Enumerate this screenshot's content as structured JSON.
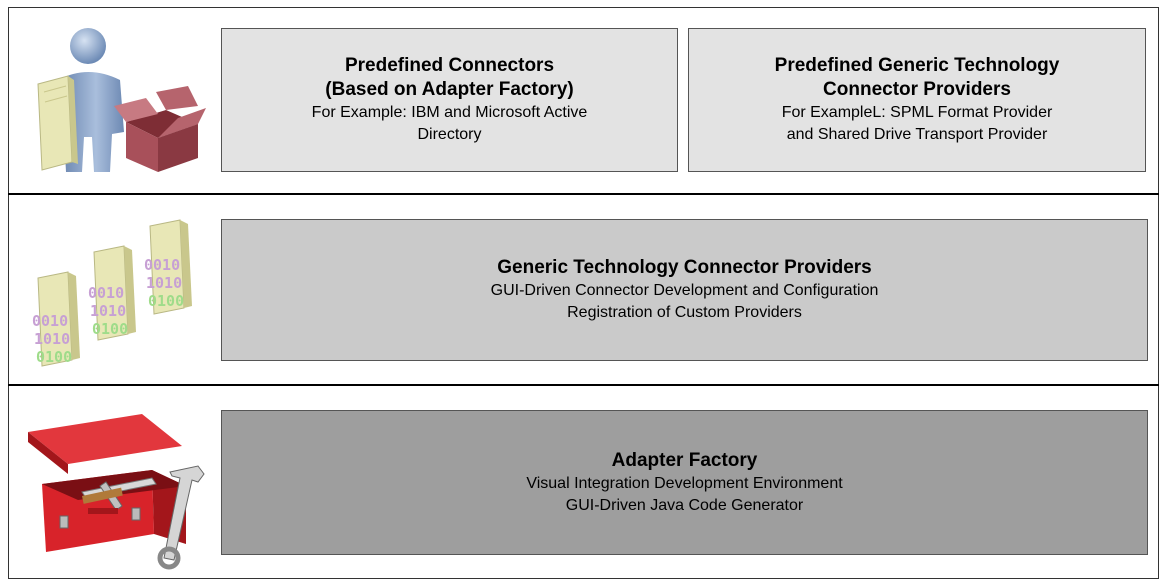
{
  "tiers": {
    "top": {
      "left_box": {
        "title_lines": [
          "Predefined Connectors",
          "(Based on Adapter Factory)"
        ],
        "detail_lines": [
          "For Example: IBM and Microsoft Active",
          "Directory"
        ]
      },
      "right_box": {
        "title_lines": [
          "Predefined Generic Technology",
          "Connector Providers"
        ],
        "detail_lines": [
          "For ExampleL: SPML Format Provider",
          "and Shared Drive Transport Provider"
        ]
      },
      "icon": "user-with-package-icon"
    },
    "middle": {
      "box": {
        "title": "Generic Technology Connector Providers",
        "detail_lines": [
          "GUI-Driven Connector Development and Configuration",
          "Registration of Custom Providers"
        ]
      },
      "icon": "binary-servers-icon",
      "binary_glyphs": [
        "0010",
        "1010",
        "0100"
      ]
    },
    "bottom": {
      "box": {
        "title": "Adapter Factory",
        "detail_lines": [
          "Visual Integration Development Environment",
          "GUI-Driven Java Code Generator"
        ]
      },
      "icon": "toolbox-icon"
    }
  },
  "colors": {
    "top_box": "#e3e3e3",
    "middle_box": "#cacaca",
    "bottom_box": "#9e9e9e",
    "toolbox_red": "#d8232a",
    "package_brown": "#a0474e",
    "person_blue": "#7f9cc5"
  }
}
